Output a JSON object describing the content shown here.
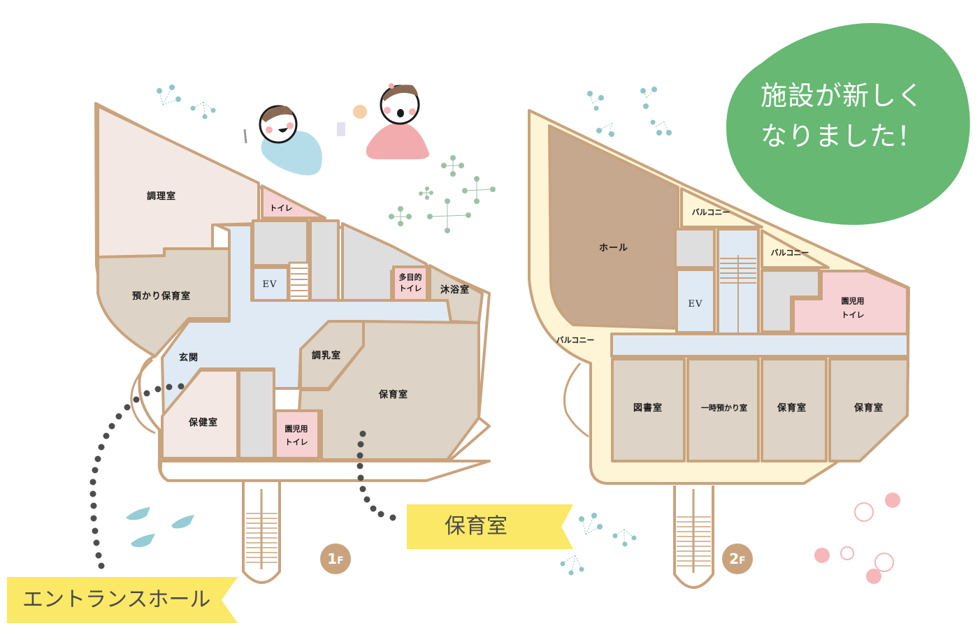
{
  "headline": {
    "line1": "施設が新しく",
    "line2": "なりました！",
    "blob_color": "#66b872"
  },
  "floors": {
    "f1": {
      "badge_number": "1",
      "badge_suffix": "F",
      "rooms": {
        "kitchen": "調理室",
        "toilet_small": "トイレ",
        "daycare_temp": "預かり保育室",
        "ev": "EV",
        "multipurpose_toilet_1": "多目的",
        "multipurpose_toilet_2": "トイレ",
        "bath": "沐浴室",
        "entrance": "玄関",
        "milk_room": "調乳室",
        "nursery": "保育室",
        "health_room": "保健室",
        "kids_toilet_1": "園児用",
        "kids_toilet_2": "トイレ"
      }
    },
    "f2": {
      "badge_number": "2",
      "badge_suffix": "F",
      "rooms": {
        "hall": "ホール",
        "balcony_1": "バルコニー",
        "balcony_2": "バルコニー",
        "balcony_3": "バルコニー",
        "ev": "EV",
        "kids_toilet_1": "園児用",
        "kids_toilet_2": "トイレ",
        "library": "図書室",
        "temp_care": "一時預かり室",
        "nursery_1": "保育室",
        "nursery_2": "保育室"
      }
    }
  },
  "callouts": {
    "entrance_hall": "エントランスホール",
    "nursery": "保育室"
  },
  "colors": {
    "wall": "#c9a37e",
    "corridor": "#dfeaf5",
    "room_beige": "#ddd3c6",
    "room_pink_light": "#f3e8e4",
    "toilet_pink": "#f7d2d4",
    "utility_gray": "#dedede",
    "balcony": "#fdf5d6",
    "hall_brown": "#c6a88e",
    "ribbon_yellow": "#fbe866"
  }
}
